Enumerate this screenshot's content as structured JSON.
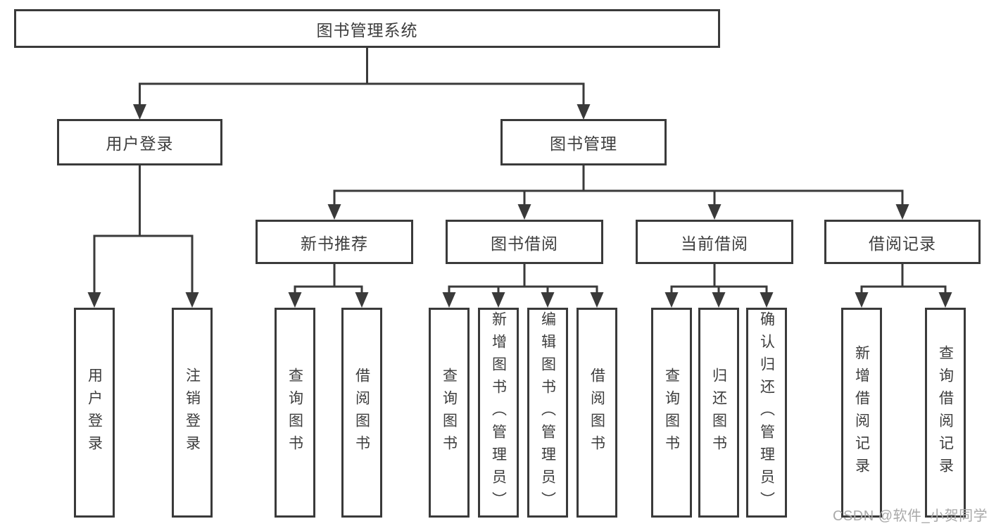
{
  "diagram": {
    "root": {
      "label": "图书管理系统"
    },
    "branches": [
      {
        "label": "用户登录",
        "children": [
          {
            "label": "用户登录"
          },
          {
            "label": "注销登录"
          }
        ]
      },
      {
        "label": "图书管理",
        "sections": [
          {
            "label": "新书推荐",
            "children": [
              {
                "label": "查询图书"
              },
              {
                "label": "借阅图书"
              }
            ]
          },
          {
            "label": "图书借阅",
            "children": [
              {
                "label": "查询图书"
              },
              {
                "label": "新增图书（管理员）"
              },
              {
                "label": "编辑图书（管理员）"
              },
              {
                "label": "借阅图书"
              }
            ]
          },
          {
            "label": "当前借阅",
            "children": [
              {
                "label": "查询图书"
              },
              {
                "label": "归还图书"
              },
              {
                "label": "确认归还（管理员）"
              }
            ]
          },
          {
            "label": "借阅记录",
            "children": [
              {
                "label": "新增借阅记录"
              },
              {
                "label": "查询借阅记录"
              }
            ]
          }
        ]
      }
    ]
  },
  "watermark": {
    "text": "CSDN @软件_小贺同学"
  },
  "colors": {
    "line": "#3a3a3a",
    "text": "#3d3d3d",
    "background": "#ffffff",
    "watermark": "#a9a9a9"
  }
}
